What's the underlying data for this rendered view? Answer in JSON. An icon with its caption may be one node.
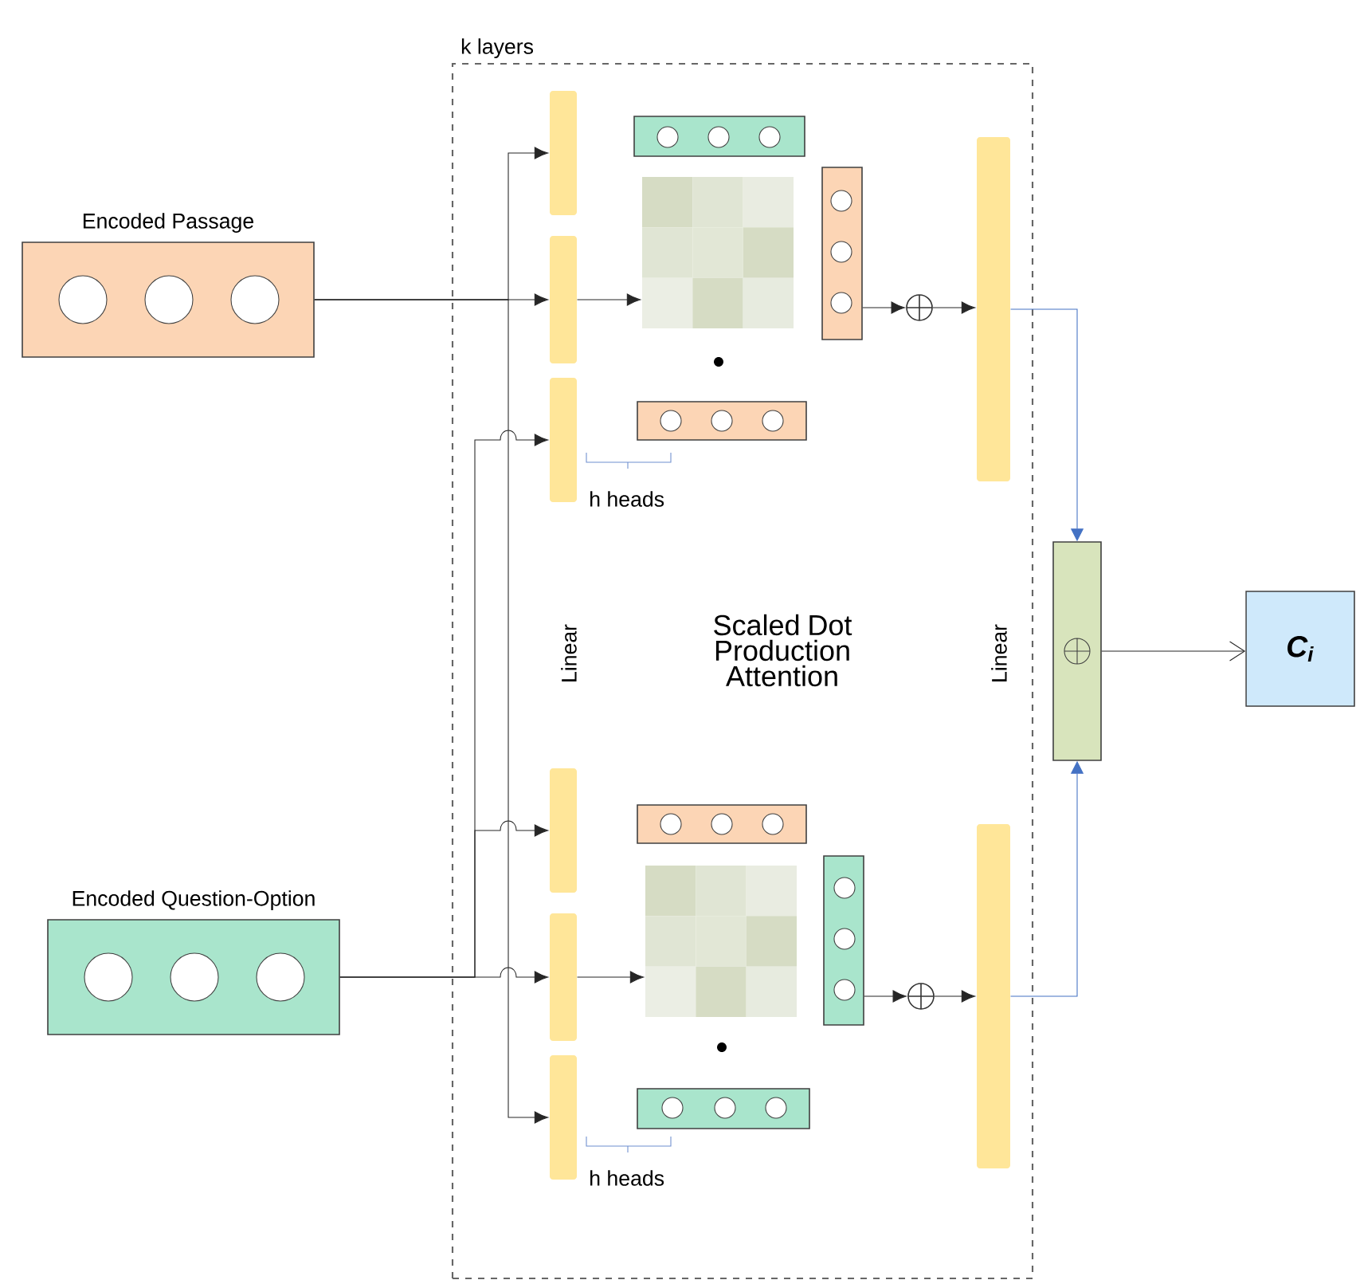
{
  "diagram": {
    "nodes": [
      {
        "text": [
          "k layers"
        ]
      },
      {
        "text": [
          "Encoded Passage"
        ]
      },
      {
        "text": [
          "Encoded Question-Option"
        ]
      },
      {
        "text": [],
        "shape": "bar",
        "in": 0
      },
      {
        "text": [],
        "shape": "bar",
        "in": 0
      },
      {
        "text": [],
        "shape": "bar",
        "in": 0
      },
      {
        "text": [],
        "shape": "grid",
        "in": 0
      },
      {
        "text": [],
        "shape": "box",
        "in": 0
      },
      {
        "text": [],
        "shape": "box",
        "in": 0
      },
      {
        "text": [],
        "shape": "box",
        "in": 0
      },
      {
        "text": [],
        "shape": "circle",
        "in": 0
      },
      {
        "text": [],
        "shape": "bar",
        "in": 0
      },
      {
        "text": [],
        "shape": "bar",
        "in": 0
      },
      {
        "text": [],
        "shape": "bar",
        "in": 0
      },
      {
        "text": [],
        "shape": "bar",
        "in": 0
      },
      {
        "text": [],
        "shape": "grid",
        "in": 0
      },
      {
        "text": [],
        "shape": "box",
        "in": 0
      },
      {
        "text": [],
        "shape": "box",
        "in": 0
      },
      {
        "text": [],
        "shape": "box",
        "in": 0
      },
      {
        "text": [],
        "shape": "circle",
        "in": 0
      },
      {
        "text": [],
        "shape": "bar",
        "in": 0
      },
      {
        "text": [],
        "shape": "box"
      },
      {
        "text": [
          "C$_{i}$"
        ]
      }
    ],
    "edges": [
      {
        "from": 1,
        "to": 3,
        "arrow": "to"
      },
      {
        "from": 1,
        "to": 4,
        "arrow": "to"
      },
      {
        "from": 1,
        "to": 14,
        "arrow": "to"
      },
      {
        "from": 2,
        "to": 5,
        "arrow": "to"
      },
      {
        "from": 2,
        "to": 12,
        "arrow": "to"
      },
      {
        "from": 2,
        "to": 13,
        "arrow": "to"
      },
      {
        "from": 4,
        "to": 6,
        "arrow": "to"
      },
      {
        "from": 9,
        "to": 10,
        "arrow": "to"
      },
      {
        "from": 10,
        "to": 11,
        "arrow": "to"
      },
      {
        "from": 11,
        "to": 21,
        "arrow": "to",
        "color": "#4472c4"
      },
      {
        "from": 13,
        "to": 15,
        "arrow": "to"
      },
      {
        "from": 18,
        "to": 19,
        "arrow": "to"
      },
      {
        "from": 19,
        "to": 20,
        "arrow": "to"
      },
      {
        "from": 20,
        "to": 21,
        "arrow": "to",
        "color": "#4472c4"
      },
      {
        "from": 21,
        "to": 22,
        "arrow": "to"
      }
    ],
    "labels": [
      "h heads",
      "Linear",
      "Scaled Dot Production Attention",
      "Linear",
      "h heads"
    ]
  }
}
